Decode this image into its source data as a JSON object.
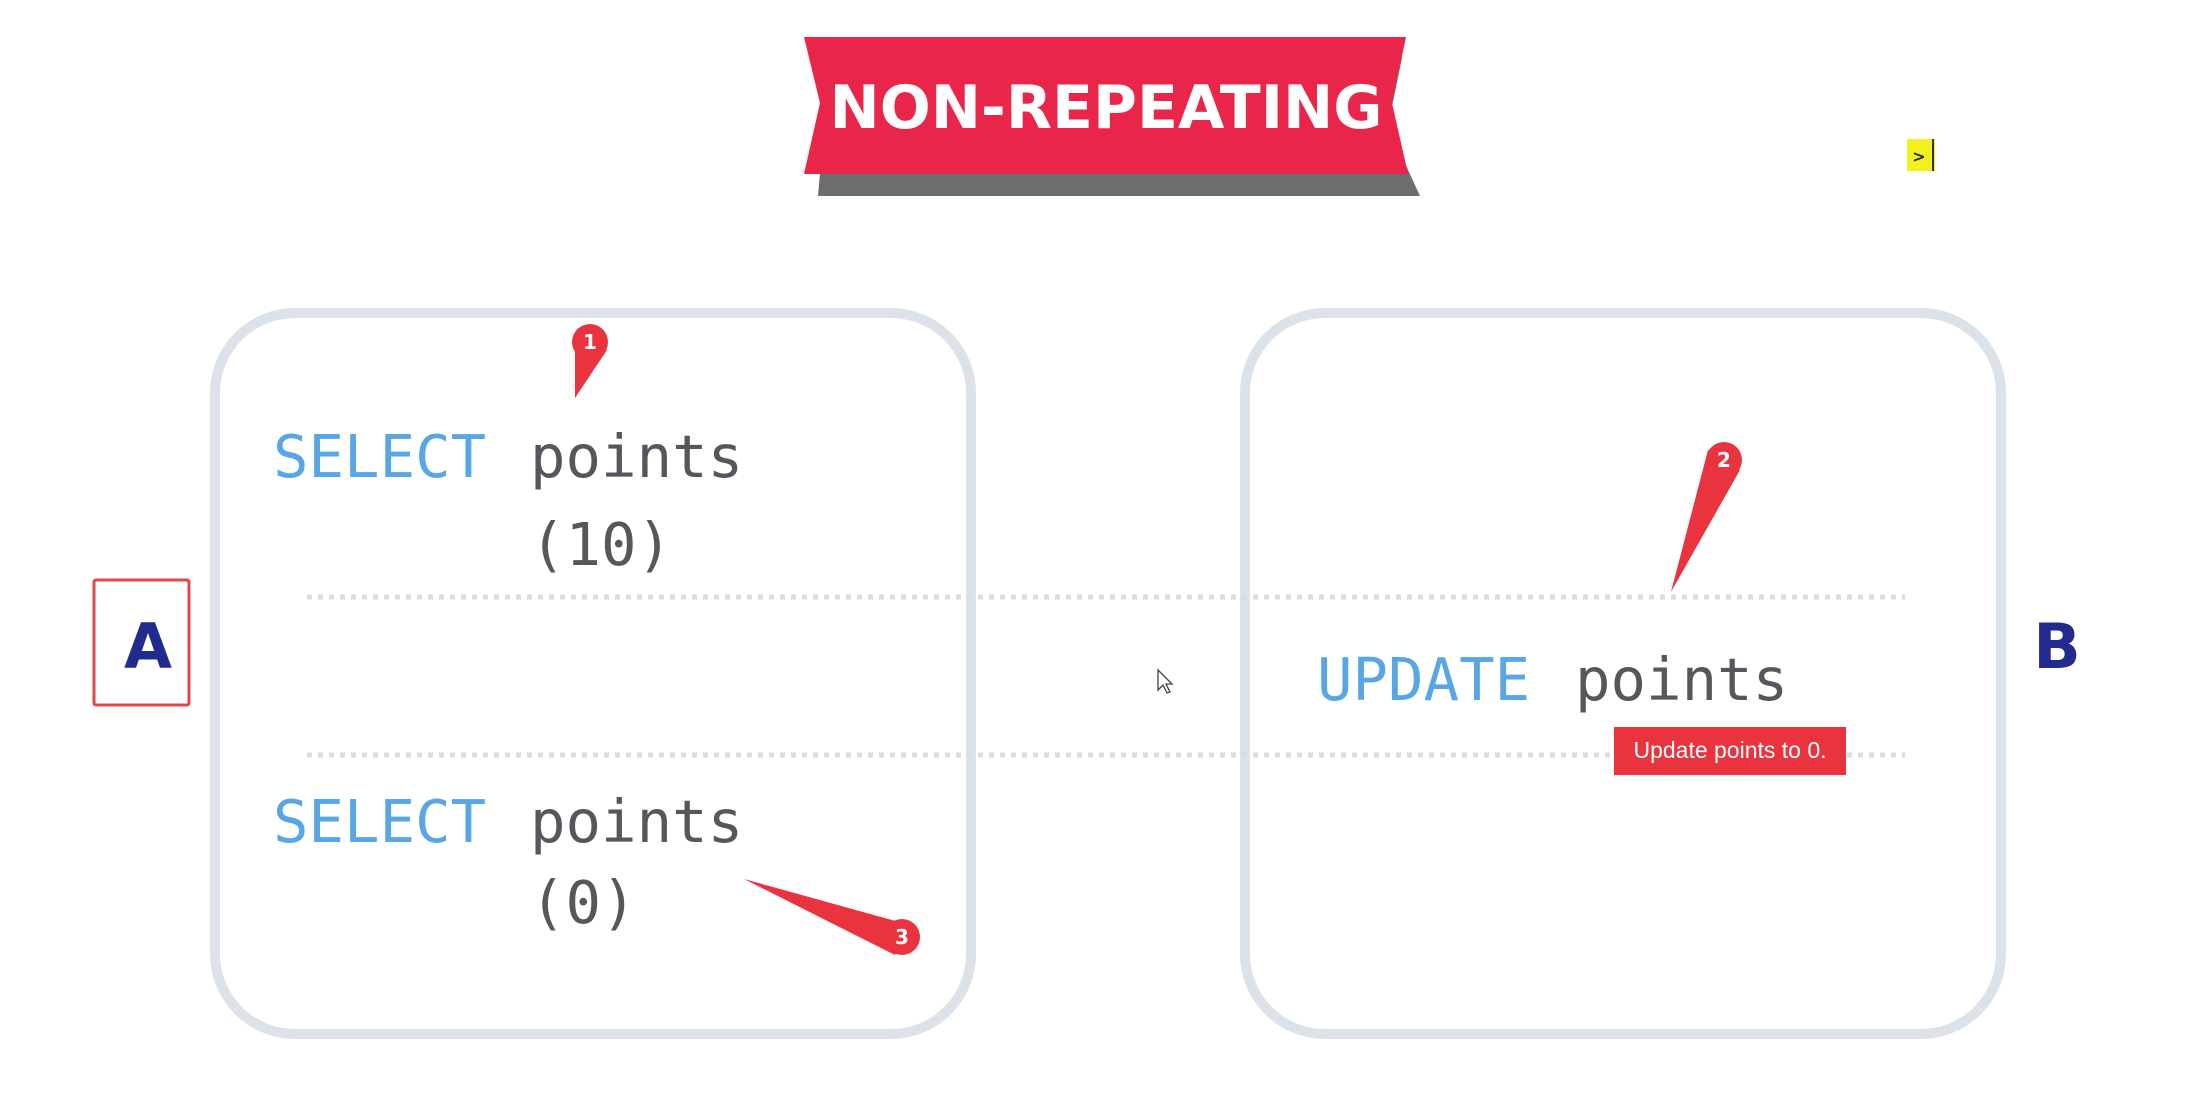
{
  "banner": {
    "title": "NON-REPEATING"
  },
  "next_button": {
    "label": ">"
  },
  "transaction_a": {
    "label": "A",
    "statements": [
      {
        "keyword": "SELECT",
        "target": "points",
        "result": "(10)"
      },
      {
        "keyword": "SELECT",
        "target": "points",
        "result": "(0)"
      }
    ]
  },
  "transaction_b": {
    "label": "B",
    "statements": [
      {
        "keyword": "UPDATE",
        "target": "points"
      }
    ]
  },
  "markers": [
    {
      "number": "1"
    },
    {
      "number": "2",
      "tooltip": "Update points to 0."
    },
    {
      "number": "3"
    }
  ],
  "colors": {
    "banner": "#e9254a",
    "banner_shadow": "#6d6d6d",
    "keyword": "#58a6e6",
    "code": "#55575c",
    "label": "#202a8f",
    "marker": "#e9343f",
    "box_border": "#dce2ea",
    "selected_border": "#e04848",
    "next_button": "#f4f01c"
  }
}
